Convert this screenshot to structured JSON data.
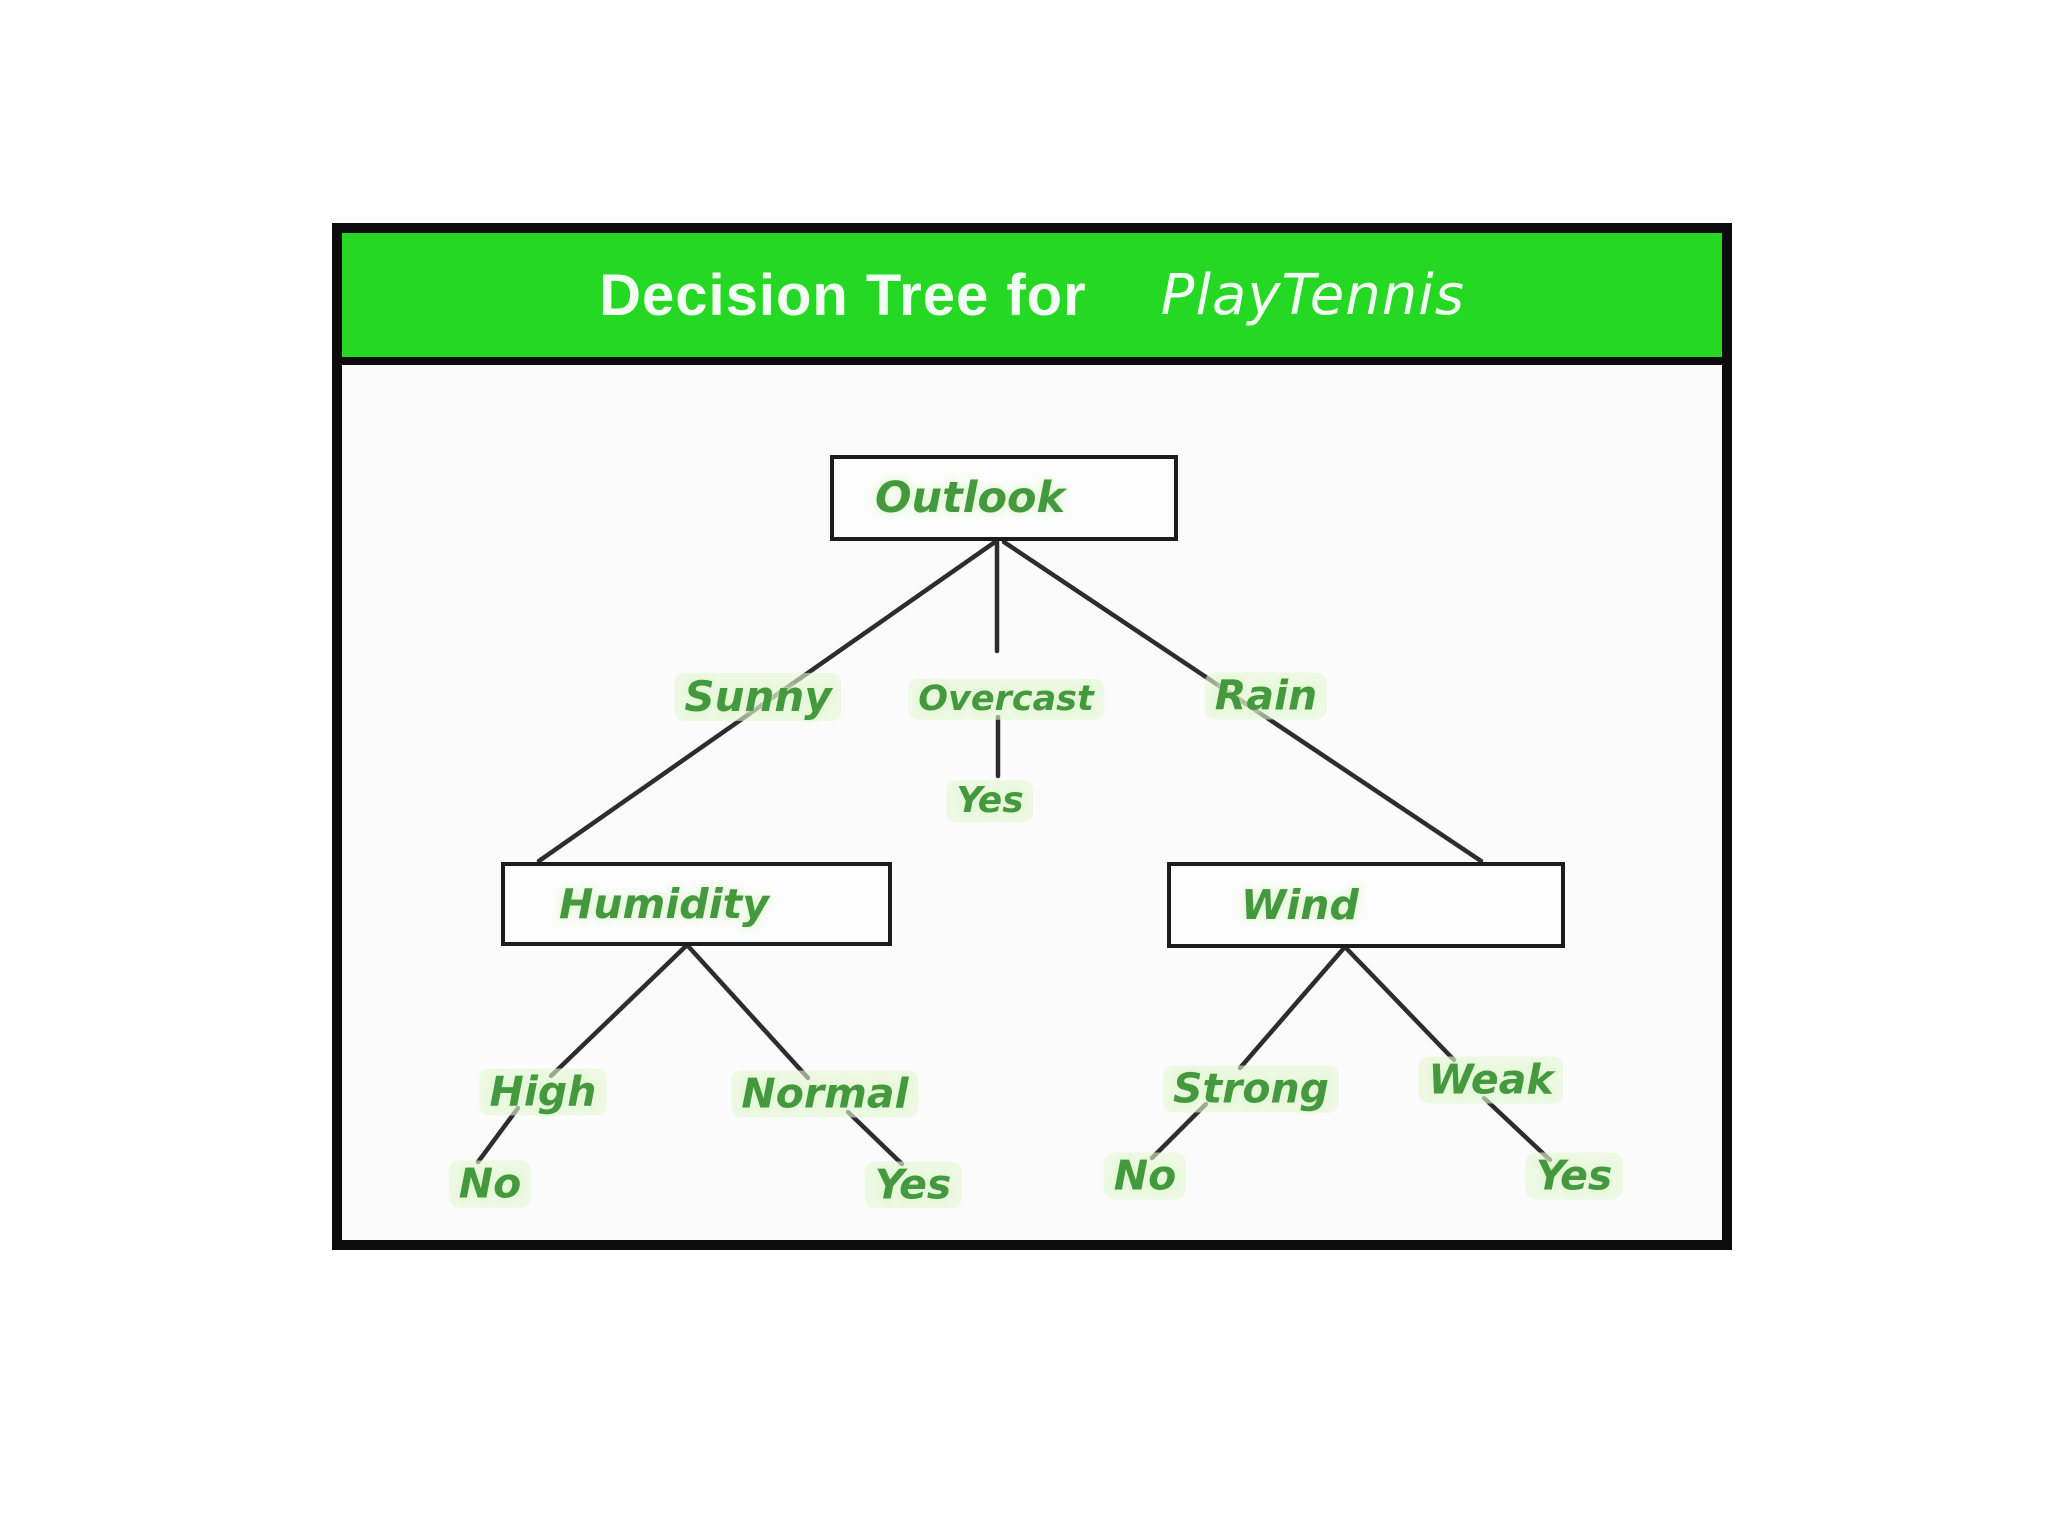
{
  "header": {
    "title_prefix": "Decision Tree for",
    "title_subject": "PlayTennis"
  },
  "colors": {
    "header_bg": "#24d824",
    "header_text": "#f4fff4",
    "label_green": "#44993f",
    "edge": "#2d2d2d"
  },
  "tree": {
    "root_label": "Outlook",
    "nodes": {
      "humidity": "Humidity",
      "wind": "Wind"
    },
    "branches": {
      "sunny": "Sunny",
      "overcast": "Overcast",
      "rain": "Rain",
      "high": "High",
      "normal": "Normal",
      "strong": "Strong",
      "weak": "Weak"
    },
    "leaves": {
      "overcast_yes": "Yes",
      "high_no": "No",
      "normal_yes": "Yes",
      "strong_no": "No",
      "weak_yes": "Yes"
    }
  }
}
